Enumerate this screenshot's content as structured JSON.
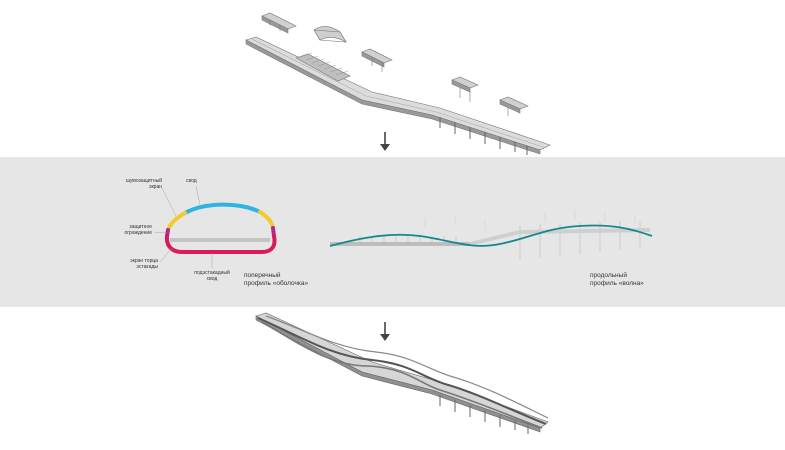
{
  "cross_section": {
    "label_vault": "свод",
    "label_noise_screen": "шумозащитный\nэкран",
    "label_barrier": "защитное\nограждение",
    "label_end_screen": "экран торца\nэстакады",
    "label_under_vault": "подэстакадный\nсвод",
    "caption": "поперечный\nпрофиль «оболочка»"
  },
  "longitudinal": {
    "caption": "продольный\nпрофиль «волна»"
  },
  "colors": {
    "vault": "#2eb4e0",
    "noise_screen": "#f2cc2e",
    "barrier": "#b02a8a",
    "under_vault": "#d91a5c",
    "wave_line": "#17878a",
    "band_bg": "#e6e6e6",
    "arrow": "#444444"
  },
  "icons": [
    "arrow-down-icon",
    "arrow-down-icon"
  ]
}
